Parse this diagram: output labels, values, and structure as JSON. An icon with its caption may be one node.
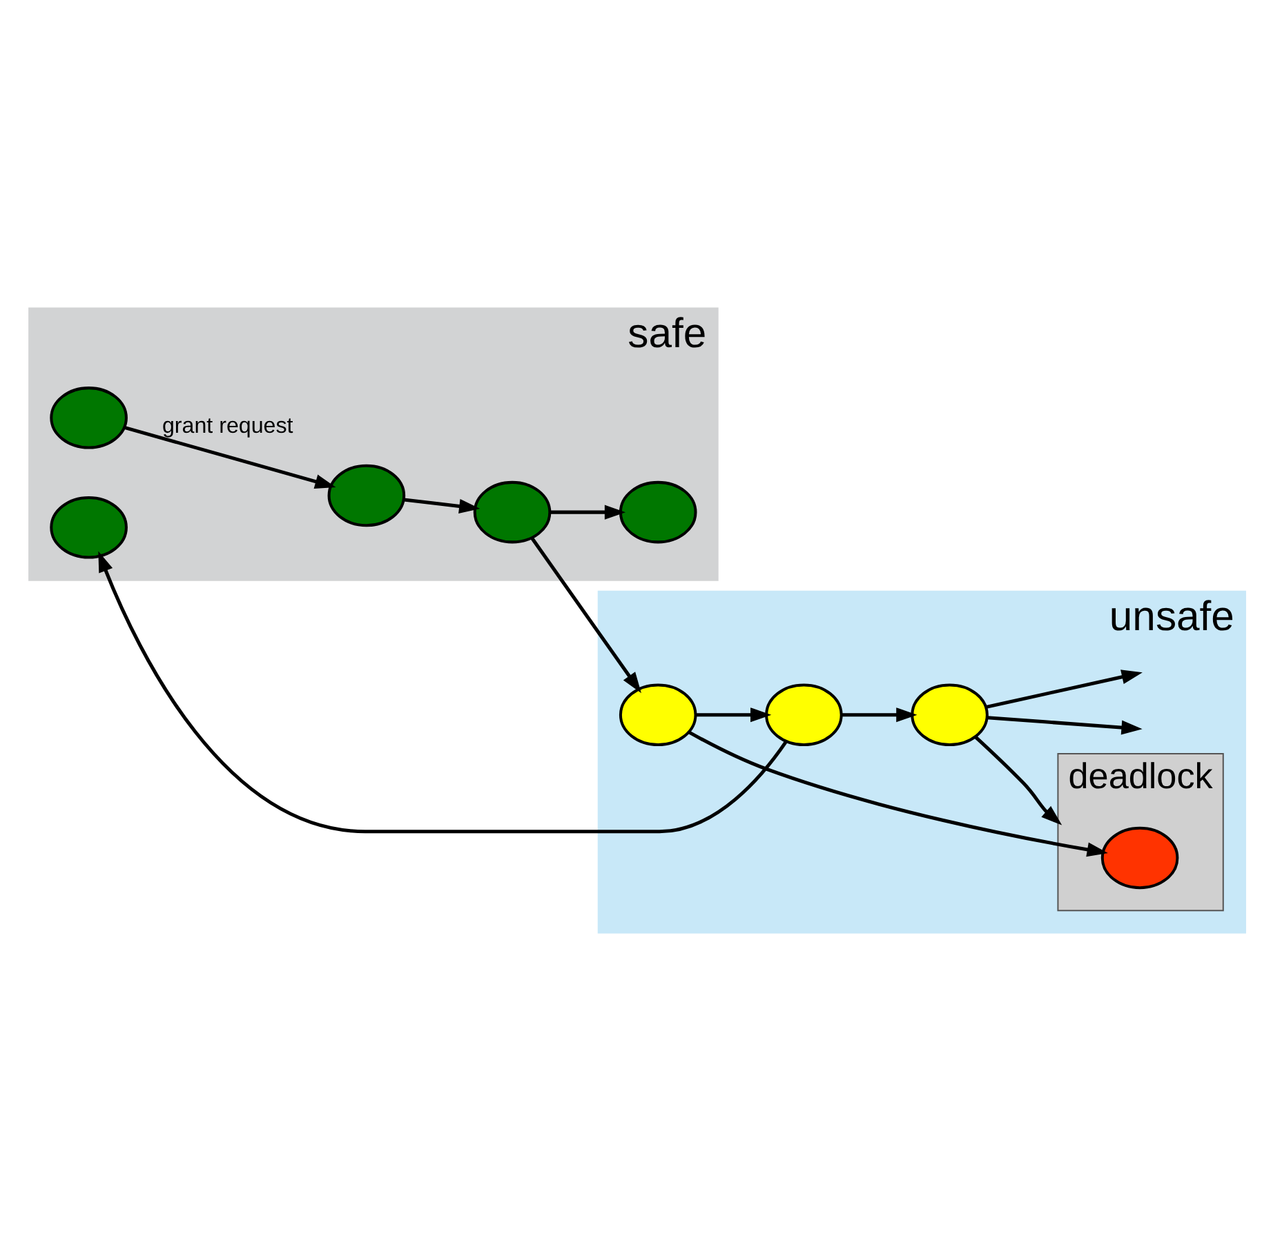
{
  "diagram": {
    "nodes": [
      {
        "text": [
          "unsafe"
        ]
      },
      {
        "text": [
          "deadlock"
        ],
        "in": 0
      },
      {
        "text": [],
        "shape": "circle",
        "in": 1
      },
      {
        "text": [],
        "shape": "circle",
        "in": 0
      },
      {
        "text": [],
        "shape": "circle",
        "in": 0
      },
      {
        "text": [],
        "shape": "circle",
        "in": 0
      },
      {
        "text": [
          "safe"
        ]
      },
      {
        "text": [],
        "shape": "circle",
        "in": 6
      },
      {
        "text": [],
        "shape": "circle",
        "in": 6
      },
      {
        "text": [],
        "shape": "circle",
        "in": 6
      },
      {
        "text": [],
        "shape": "circle",
        "in": 6
      },
      {
        "text": [],
        "shape": "circle",
        "in": 6
      }
    ],
    "edges": [
      {
        "from": 11,
        "to": 10,
        "arrow": "to",
        "label": "grant request"
      },
      {
        "from": 10,
        "to": 8,
        "arrow": "to"
      },
      {
        "from": 8,
        "to": 9,
        "arrow": "to"
      },
      {
        "from": 8,
        "to": 3,
        "arrow": "to"
      },
      {
        "from": 3,
        "to": 2,
        "arrow": "to"
      },
      {
        "from": 3,
        "to": 4,
        "arrow": "to"
      },
      {
        "from": 4,
        "to": 5,
        "arrow": "to"
      },
      {
        "from": 4,
        "to": 7,
        "arrow": "to"
      },
      {
        "from": 5,
        "to": 1,
        "arrow": "to"
      },
      {
        "from": 5,
        "to": null,
        "arrow": "to"
      },
      {
        "from": 5,
        "to": null,
        "arrow": "to"
      }
    ]
  }
}
